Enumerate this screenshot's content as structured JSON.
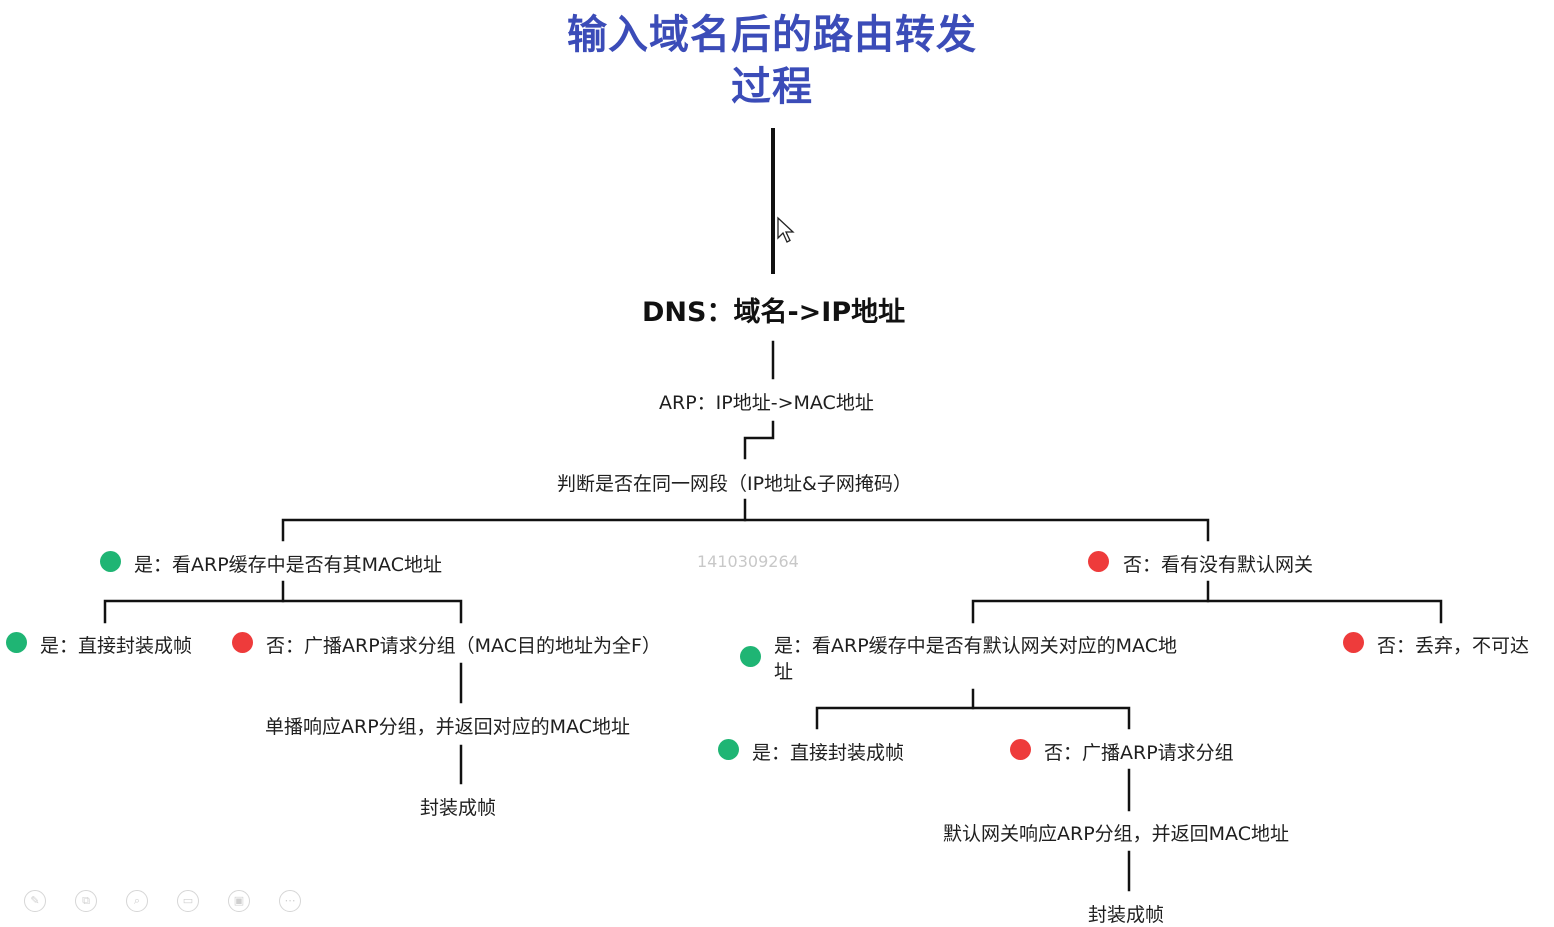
{
  "title": {
    "line1": "输入域名后的路由转发",
    "line2": "过程"
  },
  "nodes": {
    "dns": "DNS：域名->IP地址",
    "arp": "ARP：IP地址->MAC地址",
    "judge": "判断是否在同一网段（IP地址&子网掩码）",
    "left_yes": "是：看ARP缓存中是否有其MAC地址",
    "right_no": "否：看有没有默认网关",
    "ll_yes": "是：直接封装成帧",
    "ll_no": "否：广播ARP请求分组（MAC目的地址为全F）",
    "ll_no_unicast": "单播响应ARP分组，并返回对应的MAC地址",
    "ll_no_frame": "封装成帧",
    "rl_yes_line1": "是：看ARP缓存中是否有默认网关对应的MAC地",
    "rl_yes_line2": "址",
    "rr_no": "否：丢弃，不可达",
    "rly_yes": "是：直接封装成帧",
    "rly_no": "否：广播ARP请求分组",
    "rly_no_reply": "默认网关响应ARP分组，并返回MAC地址",
    "rly_no_frame": "封装成帧"
  },
  "watermark": "1410309264",
  "colors": {
    "title": "#3b4cb8",
    "yes": "#1fb574",
    "no": "#ee3b3b"
  },
  "toolbar": [
    "pencil-icon",
    "copy-icon",
    "zoom-icon",
    "window-icon",
    "record-icon",
    "more-icon"
  ]
}
